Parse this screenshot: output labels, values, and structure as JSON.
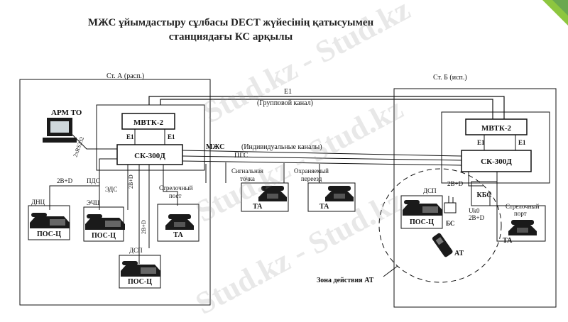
{
  "title_line1": "МЖС ұйымдастыру сұлбасы DECT жүйесінің қатысуымен",
  "title_line2": "станциядағы КС арқылы",
  "station_a": "Ст. А (расп.)",
  "station_b": "Ст. Б (исп.)",
  "arm_to": "АРМ ТО",
  "rs232": "2хRS232",
  "mvtk_a": "МВТК-2",
  "e1_left": "E1",
  "e1_right": "E1",
  "sk_a": "СК-300Д",
  "mvtk_b": "МВТК-2",
  "e1_b_left": "E1",
  "e1_b_right": "E1",
  "sk_b": "СК-300Д",
  "e1_top": "E1",
  "group_channel": "(Групповой канал)",
  "mzhs": "МЖС",
  "individual_channels": "(Индивидуальные каналы)",
  "pgs": "ПГС",
  "label_2bd_1": "2B+D",
  "label_pds": "ПДС",
  "label_eds": "ЭДС",
  "label_2bd_vert1": "2B+D",
  "label_2bd_vert2": "2B+D",
  "dnc": "ДНЦ",
  "echc": "ЭЧЦ",
  "pos_1": "ПОС-Ц",
  "pos_2": "ПОС-Ц",
  "strel_a_1": "Стрелочный",
  "strel_a_2": "пост",
  "ta_a": "ТА",
  "dsp_a": "ДСП",
  "pos_3": "ПОС-Ц",
  "signal_1": "Сигнальная",
  "signal_2": "точка",
  "ta_signal": "ТА",
  "guarded_1": "Охраняемый",
  "guarded_2": "переезд",
  "ta_guarded": "ТА",
  "label_2bd_b": "2B+D",
  "kbs": "КБС",
  "dsp_b": "ДСП",
  "pos_b": "ПОС-Ц",
  "uk0": "Uk0",
  "label_2bd_b2": "2B+D",
  "bs": "БС",
  "strel_b_1": "Стрелочный",
  "strel_b_2": "порт",
  "ta_b": "ТА",
  "at": "АТ",
  "zone": "Зона действия АТ",
  "watermark": "Stud.kz - Stud.kz",
  "colors": {
    "accent": "#8dc63f",
    "line": "#111111",
    "phone": "#1a1a1a"
  }
}
